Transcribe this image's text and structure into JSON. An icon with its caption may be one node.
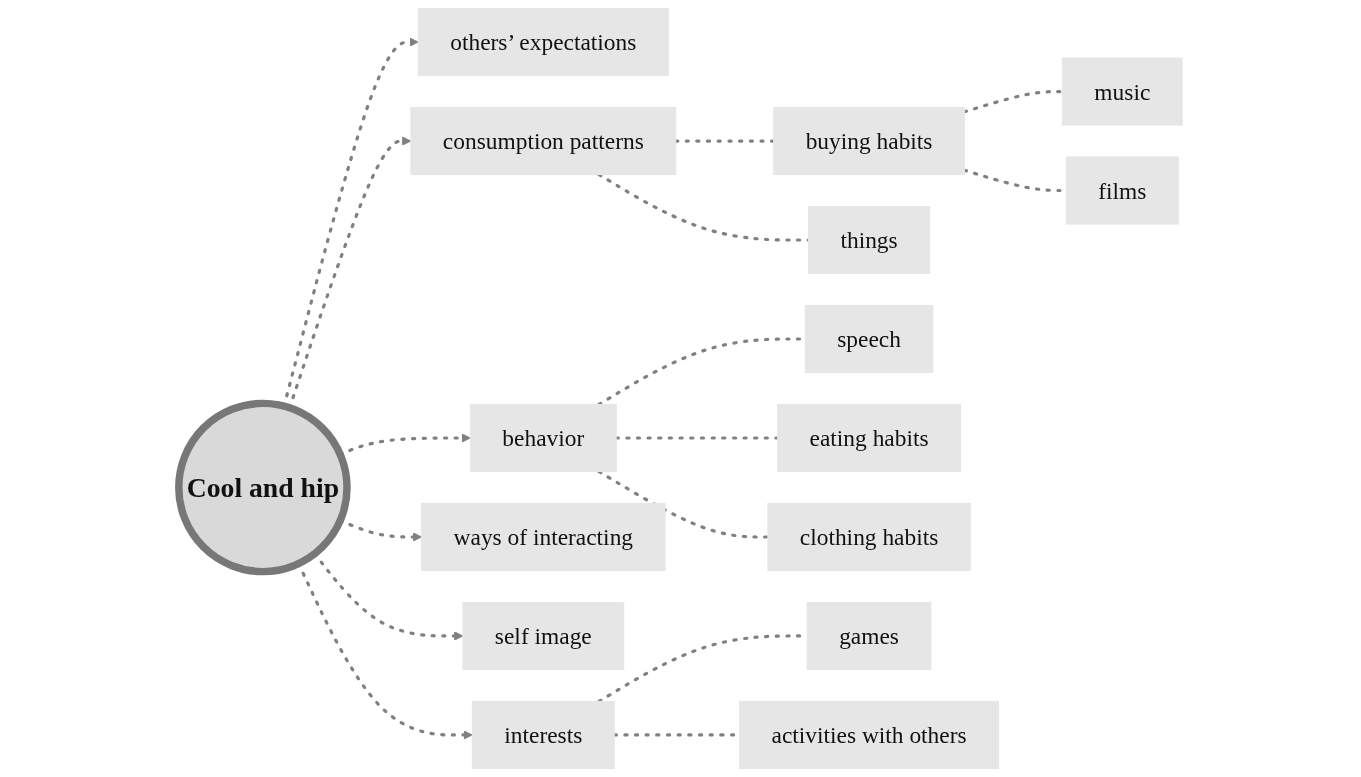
{
  "diagram": {
    "nodes": [
      {
        "text": [
          "Cool and hip"
        ]
      },
      {
        "text": [
          "others’ expectations"
        ]
      },
      {
        "text": [
          "consumption patterns"
        ]
      },
      {
        "text": [
          "buying habits"
        ]
      },
      {
        "text": [
          "things"
        ]
      },
      {
        "text": [
          "music"
        ]
      },
      {
        "text": [
          "films"
        ]
      },
      {
        "text": [
          "behavior"
        ]
      },
      {
        "text": [
          "speech"
        ]
      },
      {
        "text": [
          "eating habits"
        ]
      },
      {
        "text": [
          "clothing habits"
        ]
      },
      {
        "text": [
          "ways of interacting"
        ]
      },
      {
        "text": [
          "self image"
        ]
      },
      {
        "text": [
          "interests"
        ]
      },
      {
        "text": [
          "games"
        ]
      },
      {
        "text": [
          "activities with others"
        ]
      }
    ],
    "edges": [
      {
        "from": 0,
        "to": 1,
        "arrow": "to",
        "style": "dashed"
      },
      {
        "from": 0,
        "to": 2,
        "arrow": "to",
        "style": "dashed"
      },
      {
        "from": 2,
        "to": 3,
        "arrow": "none",
        "style": "dashed"
      },
      {
        "from": 2,
        "to": 4,
        "arrow": "none",
        "style": "dashed"
      },
      {
        "from": 3,
        "to": 5,
        "arrow": "none",
        "style": "dashed"
      },
      {
        "from": 3,
        "to": 6,
        "arrow": "none",
        "style": "dashed"
      },
      {
        "from": 0,
        "to": 7,
        "arrow": "to",
        "style": "dashed"
      },
      {
        "from": 7,
        "to": 8,
        "arrow": "none",
        "style": "dashed"
      },
      {
        "from": 7,
        "to": 10,
        "arrow": "none",
        "style": "dashed"
      },
      {
        "from": 7,
        "to": 9,
        "arrow": "none",
        "style": "dashed"
      },
      {
        "from": 0,
        "to": 11,
        "arrow": "to",
        "style": "dashed"
      },
      {
        "from": 0,
        "to": 12,
        "arrow": "to",
        "style": "dashed"
      },
      {
        "from": 0,
        "to": 13,
        "arrow": "to",
        "style": "dashed"
      },
      {
        "from": 13,
        "to": 14,
        "arrow": "none",
        "style": "dashed"
      },
      {
        "from": 13,
        "to": 15,
        "arrow": "none",
        "style": "dashed"
      }
    ]
  }
}
